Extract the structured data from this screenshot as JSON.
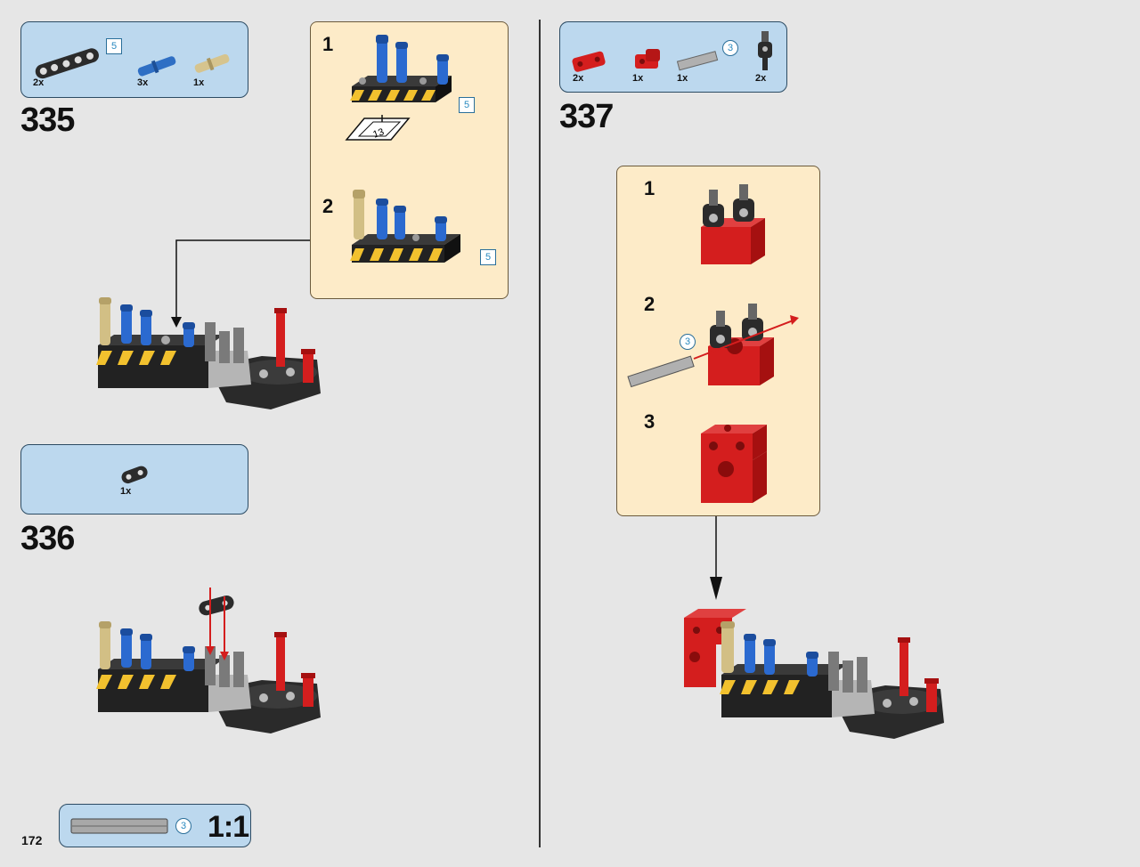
{
  "page": {
    "number": "172"
  },
  "step335": {
    "number": "335",
    "parts": [
      {
        "qty": "2x",
        "name": "black-liftarm-icon",
        "length": "5"
      },
      {
        "qty": "3x",
        "name": "blue-pin-icon"
      },
      {
        "qty": "1x",
        "name": "tan-pin-icon"
      }
    ],
    "subassembly": {
      "steps": [
        {
          "number": "1",
          "length": "5",
          "ref_page": "13"
        },
        {
          "number": "2",
          "length": "5"
        }
      ]
    }
  },
  "step336": {
    "number": "336",
    "parts": [
      {
        "qty": "1x",
        "name": "black-beam-icon"
      }
    ]
  },
  "step337": {
    "number": "337",
    "parts": [
      {
        "qty": "2x",
        "name": "red-connector-icon"
      },
      {
        "qty": "1x",
        "name": "red-block-icon"
      },
      {
        "qty": "1x",
        "name": "grey-axle-icon",
        "length": "3"
      },
      {
        "qty": "2x",
        "name": "black-connector-icon"
      }
    ],
    "subassembly": {
      "steps": [
        {
          "number": "1"
        },
        {
          "number": "2",
          "length": "3"
        },
        {
          "number": "3"
        }
      ]
    }
  },
  "scale": {
    "ratio": "1:1",
    "length": "3"
  },
  "colors": {
    "parts_box": "#bcd8ee",
    "subassembly_box": "#fdebc8",
    "background": "#e6e6e6"
  }
}
